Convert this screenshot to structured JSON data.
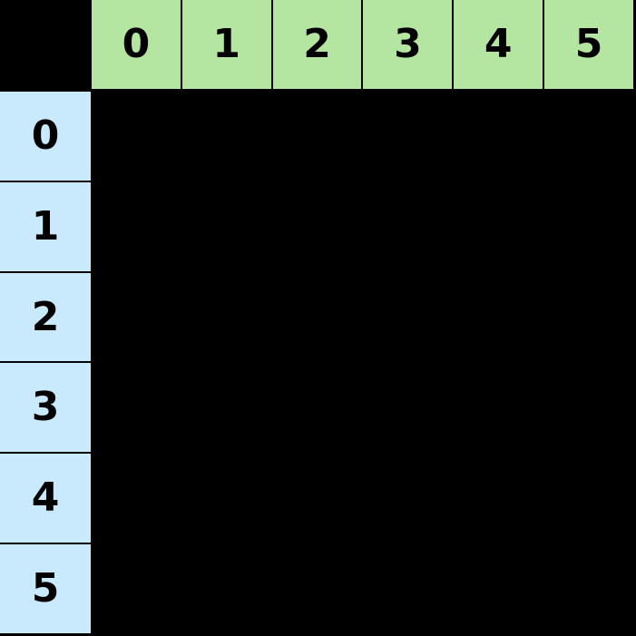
{
  "grid": {
    "name": "coordinate-grid",
    "background_color": "#000000",
    "corner_cell": {
      "label": "",
      "color": "#000000"
    },
    "column_header": {
      "color": "#b5e6a1",
      "labels": [
        "0",
        "1",
        "2",
        "3",
        "4",
        "5"
      ]
    },
    "row_header": {
      "color": "#c9eafc",
      "labels": [
        "0",
        "1",
        "2",
        "3",
        "4",
        "5"
      ]
    },
    "body": {
      "color": "#000000",
      "rows": 6,
      "columns": 6,
      "cells": [
        [
          "",
          "",
          "",
          "",
          "",
          ""
        ],
        [
          "",
          "",
          "",
          "",
          "",
          ""
        ],
        [
          "",
          "",
          "",
          "",
          "",
          ""
        ],
        [
          "",
          "",
          "",
          "",
          "",
          ""
        ],
        [
          "",
          "",
          "",
          "",
          "",
          ""
        ],
        [
          "",
          "",
          "",
          "",
          "",
          ""
        ]
      ]
    },
    "separator_color": "#000000"
  }
}
